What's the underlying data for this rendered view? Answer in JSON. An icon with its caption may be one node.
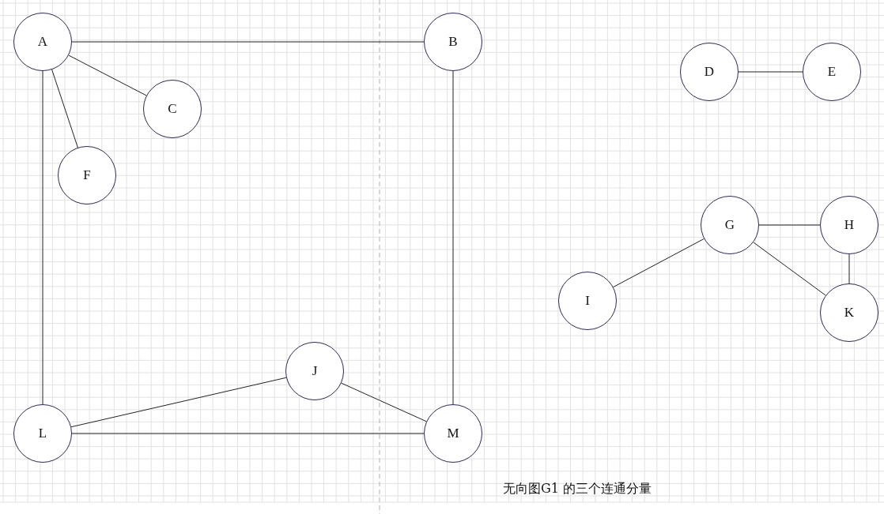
{
  "diagram": {
    "caption": "无向图G1 的三个连通分量",
    "nodes": [
      {
        "text": [
          "A"
        ]
      },
      {
        "text": [
          "B"
        ]
      },
      {
        "text": [
          "D"
        ]
      },
      {
        "text": [
          "E"
        ]
      },
      {
        "text": [
          "C"
        ]
      },
      {
        "text": [
          "F"
        ]
      },
      {
        "text": [
          "G"
        ]
      },
      {
        "text": [
          "H"
        ]
      },
      {
        "text": [
          "I"
        ]
      },
      {
        "text": [
          "K"
        ]
      },
      {
        "text": [
          "J"
        ]
      },
      {
        "text": [
          "L"
        ]
      },
      {
        "text": [
          "M"
        ]
      }
    ],
    "edges": [
      {
        "from": 0,
        "to": 1,
        "arrow": "none"
      },
      {
        "from": 0,
        "to": 4,
        "arrow": "none"
      },
      {
        "from": 0,
        "to": 5,
        "arrow": "none"
      },
      {
        "from": 0,
        "to": 11,
        "arrow": "none"
      },
      {
        "from": 1,
        "to": 12,
        "arrow": "none"
      },
      {
        "from": 2,
        "to": 3,
        "arrow": "none"
      },
      {
        "from": 6,
        "to": 7,
        "arrow": "none"
      },
      {
        "from": 6,
        "to": 8,
        "arrow": "none"
      },
      {
        "from": 6,
        "to": 9,
        "arrow": "none"
      },
      {
        "from": 7,
        "to": 9,
        "arrow": "none"
      },
      {
        "from": 11,
        "to": 10,
        "arrow": "none"
      },
      {
        "from": 10,
        "to": 12,
        "arrow": "none"
      },
      {
        "from": 11,
        "to": 12,
        "arrow": "none"
      }
    ]
  }
}
